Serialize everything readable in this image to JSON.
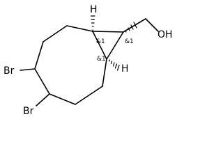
{
  "molecule": {
    "atom_labels": {
      "br_upper": "Br",
      "br_lower": "Br",
      "oh": "OH",
      "h_top": "H",
      "h_right": "H"
    },
    "stereo_labels": {
      "c1": "&1",
      "c9": "&1",
      "c8": "&1"
    }
  }
}
